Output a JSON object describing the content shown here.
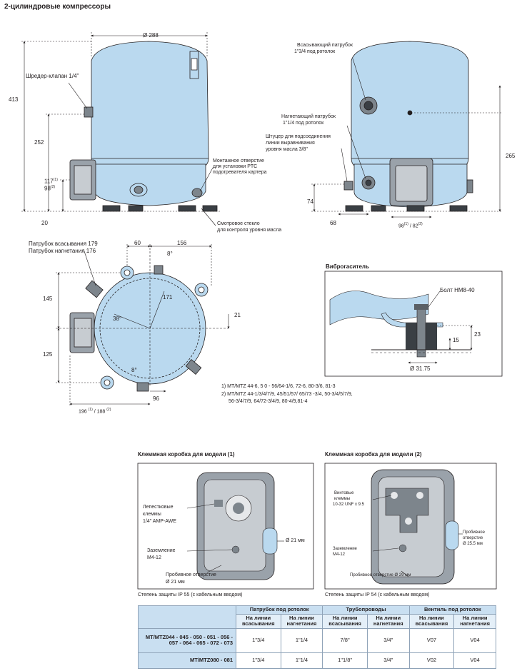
{
  "page": {
    "title": "2-цилиндровые компрессоры"
  },
  "front_view": {
    "dim_width": "Ø 288",
    "dim_height": "413",
    "dim_252": "252",
    "dim_117": "117",
    "dim_117_sup": "(1)",
    "dim_98": "98",
    "dim_98_sup": "(2)",
    "dim_20": "20",
    "schrader": "Шредер-клапан 1/4\"",
    "ptc_line1": "Монтажное отверстие",
    "ptc_line2": "для установки PTC",
    "ptc_line3": "подогревателя картера",
    "sight_line1": "Смотровое стекло",
    "sight_line2": "для контроля уровня масла"
  },
  "side_view": {
    "suction_line1": "Всасывающий патрубок",
    "suction_line2": "1\"3/4 под ротолок",
    "discharge_line1": "Нагнетающий патрубок",
    "discharge_line2": "1\"1/4 под ротолок",
    "oil_line1": "Штуцер для подсоединения",
    "oil_line2": "линии выравнивания",
    "oil_line3": "уровня масла 3/8\"",
    "dim_265": "265",
    "dim_74": "74",
    "dim_68": "68",
    "dim_98_82": "98",
    "dim_98_sup": "(1)",
    "dim_82": "82",
    "dim_82_sup": "(2)"
  },
  "top_view": {
    "suction_label": "Патрубок всасывания 179",
    "discharge_label": "Патрубок нагнетания 176",
    "dim_60": "60",
    "dim_156": "156",
    "dim_8a": "8°",
    "dim_171": "171",
    "dim_38": "38°",
    "dim_21": "21",
    "dim_145": "145",
    "dim_125": "125",
    "dim_8b": "8°",
    "dim_96": "96",
    "dim_196": "196",
    "dim_196_sup1": "(1)",
    "dim_188": "188",
    "dim_188_sup2": "(2)"
  },
  "notes": {
    "note1": "1) MT/MTZ 44-6, 5 0 - 56/64-1/6, 72-6, 80-3/6, 81-3",
    "note2a": "2) MT/MTZ 44-1/3/4/7/9, 45/51/57/ 65/73 -3/4, 50-3/4/5/7/9,",
    "note2b": "56-3/4/7/9, 64/72-3/4/9, 80-4/9,81-4"
  },
  "damper": {
    "title": "Виброгаситель",
    "bolt": "Болт HM8-40",
    "dim_15": "15",
    "dim_23": "23",
    "dim_diam": "Ø 31.75"
  },
  "box1": {
    "title": "Клеммная коробка для модели (1)",
    "tabs_line1": "Лепестковые",
    "tabs_line2": "клеммы",
    "tabs_line3": "1/4\" AMP-AWE",
    "ground_line1": "Заземление",
    "ground_line2": "M4-12",
    "knock_line1": "Пробивное отверстие",
    "knock_line2": "Ø 21 мм",
    "hole": "Ø 21 мм",
    "protection": "Степень защиты IP 55 (с кабельным вводом)"
  },
  "box2": {
    "title": "Клеммная коробка для модели (2)",
    "screw_line1": "Винтовые",
    "screw_line2": "клеммы",
    "screw_line3": "10-32 UNF x 9.5",
    "ground_line1": "Заземление",
    "ground_line2": "M4-12",
    "knock_bottom": "Пробивное отверстие Ø 29 мм",
    "knock_line1": "Пробивное",
    "knock_line2": "отверстие",
    "knock_line3": "Ø 25.5 мм",
    "protection": "Степень защиты IP 54 (с кабельным вводом)"
  },
  "table": {
    "group1": "Патрубок под ротолок",
    "group2": "Трубопроводы",
    "group3": "Вентиль под ротолок",
    "sub": [
      "На линии всасывания",
      "На линии нагнетания",
      "На линии всасывания",
      "На линии нагнетания",
      "На линии всасывания",
      "На линии нагнетания"
    ],
    "rows": [
      {
        "model": "MT/MTZ044 - 045 - 050 - 051 - 056 - 057 - 064 - 065 - 072 - 073",
        "cells": [
          "1\"3/4",
          "1\"1/4",
          "7/8\"",
          "3/4\"",
          "V07",
          "V04"
        ]
      },
      {
        "model": "MT/MTZ080 - 081",
        "cells": [
          "1\"3/4",
          "1\"1/4",
          "1\"1/8\"",
          "3/4\"",
          "V02",
          "V04"
        ]
      }
    ]
  },
  "colors": {
    "body": "#bad9ef",
    "outline": "#231f20",
    "table_header": "#c9dff1"
  }
}
